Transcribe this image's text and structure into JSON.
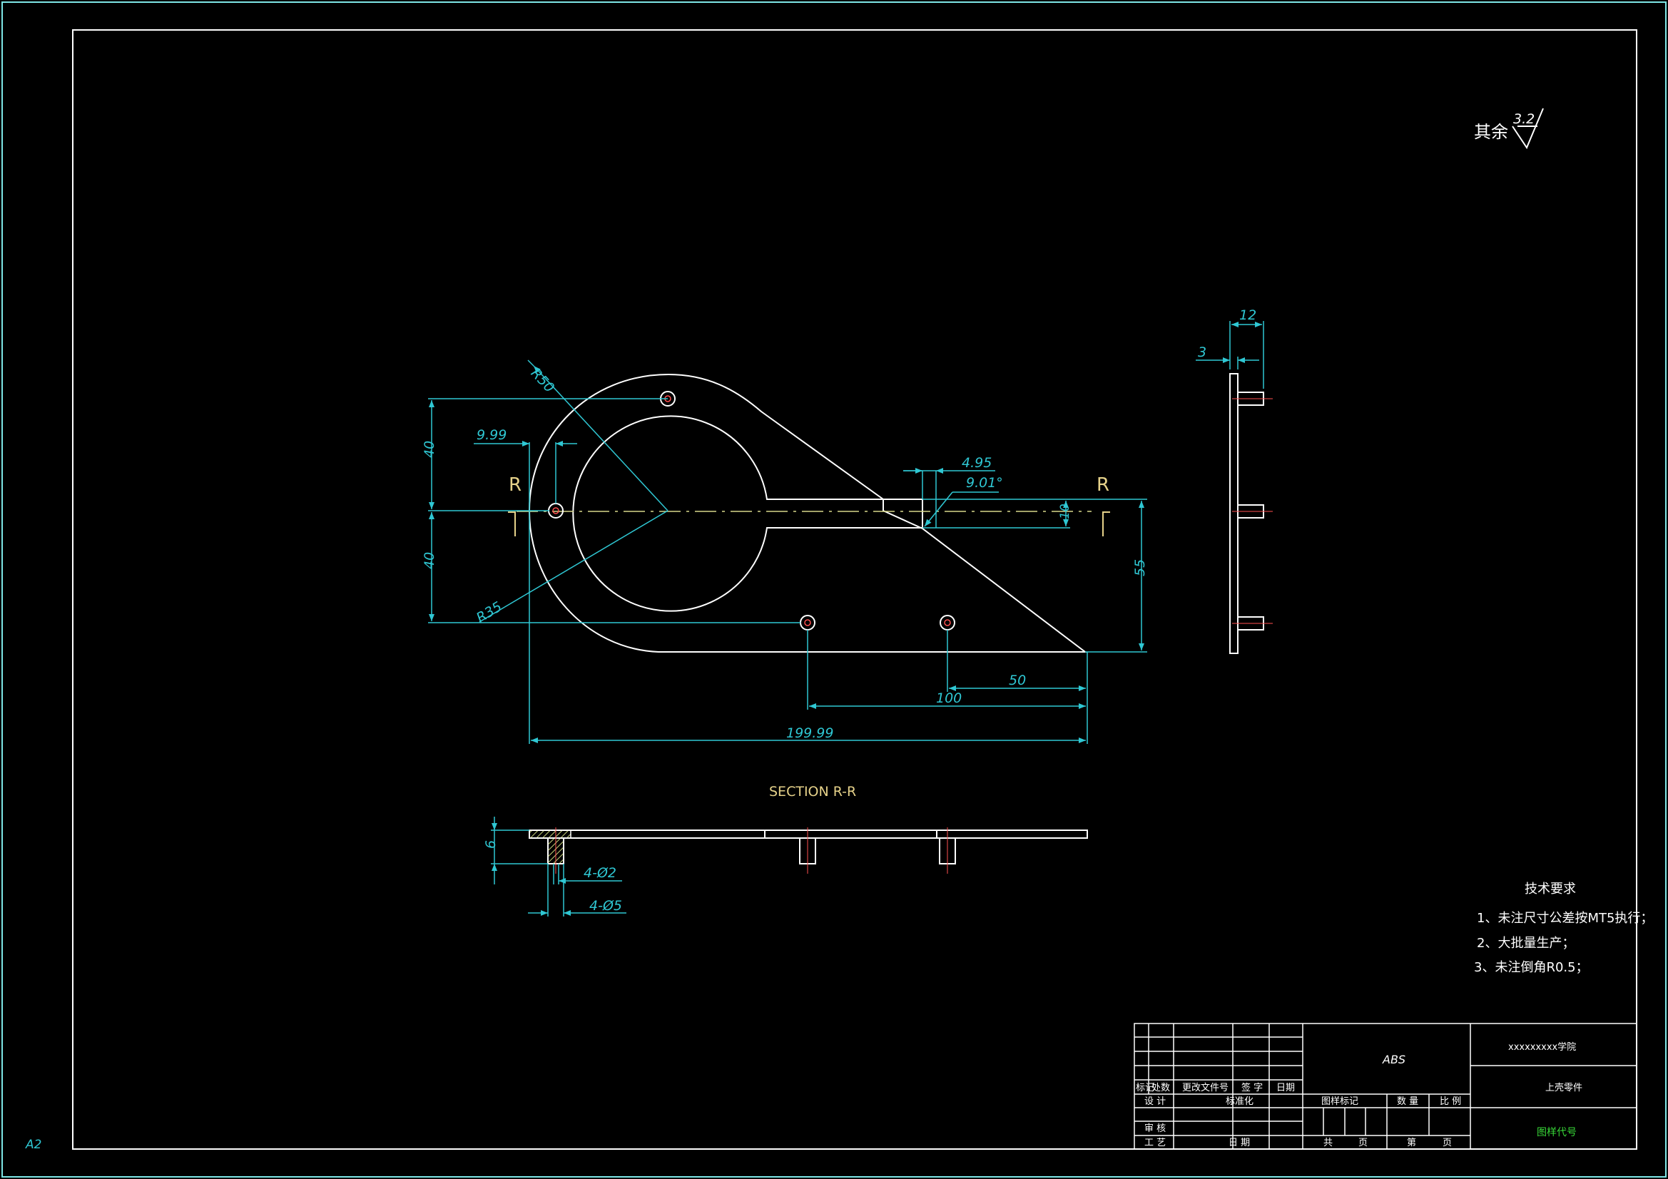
{
  "colors": {
    "background": "#000000",
    "border": "#7ee6e6",
    "geometry": "#ffffff",
    "dimension": "#2fc7d3",
    "section_label": "#e6d28a",
    "centerline": "#d8d88a",
    "hole": "#ff5050",
    "drawing_code": "#38d838"
  },
  "sheet": {
    "size_label": "A2"
  },
  "roughness": {
    "prefix": "其余",
    "value": "3.2"
  },
  "view_labels": {
    "section_mark_left": "R",
    "section_mark_right": "R",
    "section_title": "SECTION R-R"
  },
  "dimensions": {
    "r50": "R50",
    "r35": "R35",
    "d999": "9.99",
    "d40_top": "40",
    "d40_bottom": "40",
    "d495": "4.95",
    "angle": "9.01°",
    "d10": "10",
    "d55": "55",
    "d50": "50",
    "d100": "100",
    "d19999": "199.99",
    "side_12": "12",
    "side_3": "3",
    "sec_6": "6",
    "sec_phi2": "4-Ø2",
    "sec_phi5": "4-Ø5"
  },
  "tech_requirements": {
    "title": "技术要求",
    "items": [
      "1、未注尺寸公差按MT5执行；",
      "2、大批量生产；",
      "3、未注倒角R0.5；"
    ]
  },
  "title_block": {
    "material": "ABS",
    "school": "xxxxxxxxx学院",
    "part_name": "上壳零件",
    "drawing_code": "图样代号",
    "rev_headers": [
      "标记",
      "处数",
      "更改文件号",
      "签 字",
      "日期"
    ],
    "design": "设 计",
    "standardization": "标准化",
    "review": "审 核",
    "process": "工 艺",
    "date": "日 期",
    "stage_mark": "图样标记",
    "quantity": "数 量",
    "scale": "比 例",
    "total": "共",
    "page1": "页",
    "sheet_no": "第",
    "page2": "页"
  }
}
